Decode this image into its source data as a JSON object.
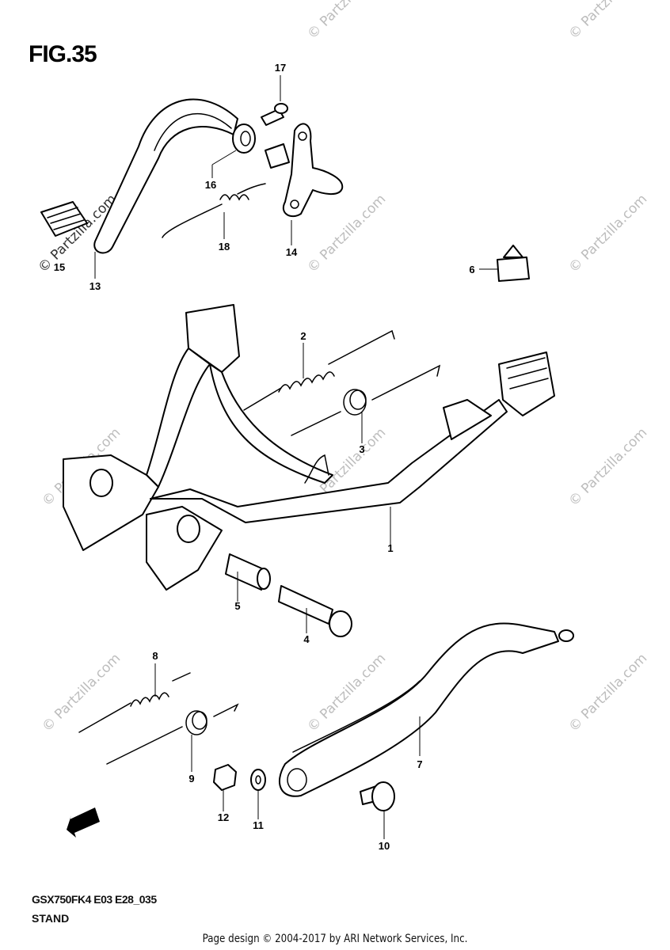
{
  "figure": {
    "title": "FIG.35",
    "code": "GSX750FK4 E03 E28_035",
    "name": "STAND"
  },
  "footer": "Page design © 2004-2017 by ARI Network Services, Inc.",
  "watermark": "© Partzilla.com",
  "callouts": [
    {
      "id": "1",
      "part": "center-stand"
    },
    {
      "id": "2",
      "part": "spring"
    },
    {
      "id": "3",
      "part": "spring"
    },
    {
      "id": "4",
      "part": "bolt"
    },
    {
      "id": "5",
      "part": "spacer"
    },
    {
      "id": "6",
      "part": "stopper"
    },
    {
      "id": "7",
      "part": "side-stand"
    },
    {
      "id": "8",
      "part": "spring"
    },
    {
      "id": "9",
      "part": "spring"
    },
    {
      "id": "10",
      "part": "bolt"
    },
    {
      "id": "11",
      "part": "washer"
    },
    {
      "id": "12",
      "part": "nut"
    },
    {
      "id": "13",
      "part": "rear-brake-pedal"
    },
    {
      "id": "14",
      "part": "bracket"
    },
    {
      "id": "15",
      "part": "pedal-rubber"
    },
    {
      "id": "16",
      "part": "washer"
    },
    {
      "id": "17",
      "part": "bolt"
    },
    {
      "id": "18",
      "part": "spring"
    }
  ],
  "colors": {
    "line": "#000000",
    "watermark": "#bdbdbd",
    "background": "#ffffff"
  }
}
